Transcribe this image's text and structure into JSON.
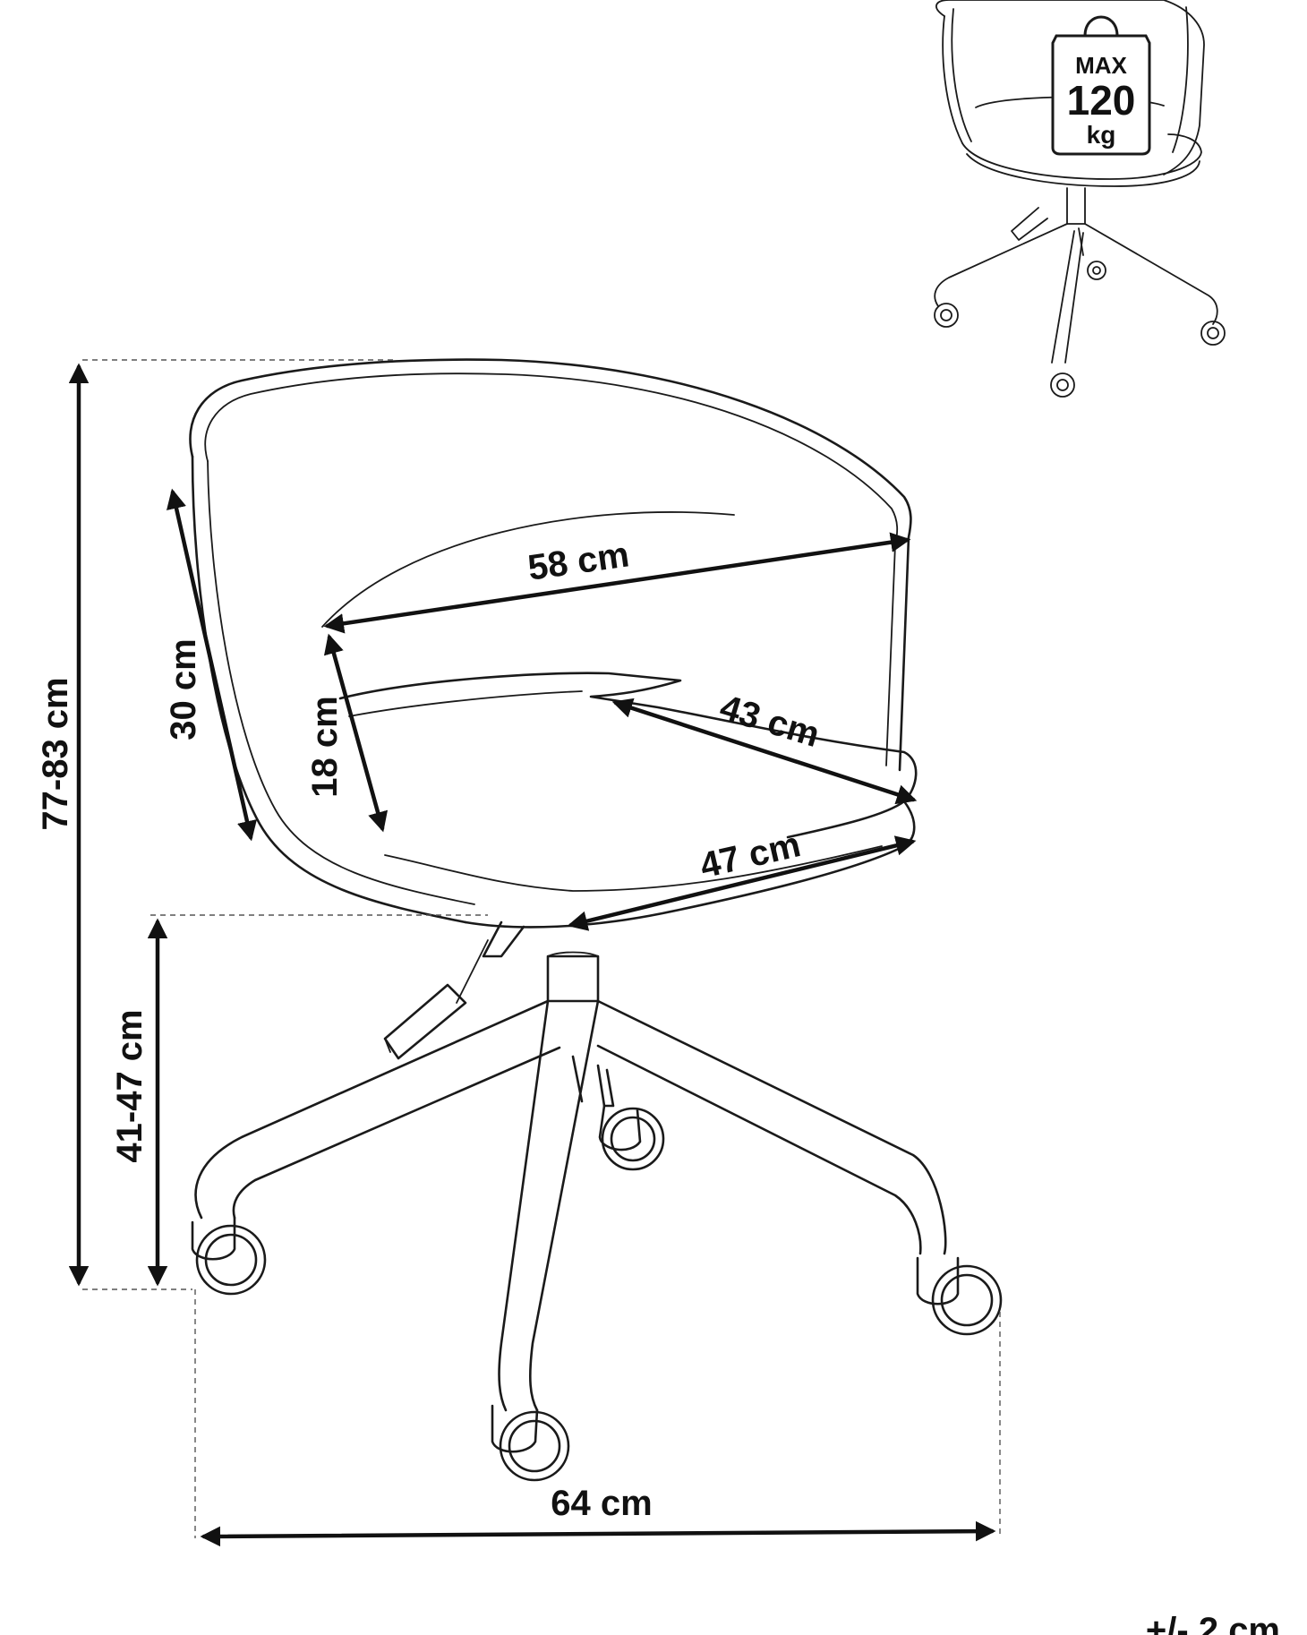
{
  "capacity": {
    "top": "MAX",
    "value": "120",
    "unit": "kg"
  },
  "dimensions": {
    "total_height": "77-83 cm",
    "seat_height": "41-47 cm",
    "back_height": "30 cm",
    "armrest_height": "18 cm",
    "inner_width": "58 cm",
    "seat_depth": "43 cm",
    "seat_width": "47 cm",
    "base_width": "64 cm"
  },
  "tolerance": "+/- 2 cm",
  "colors": {
    "line": "#1a1a1a",
    "background": "#ffffff"
  }
}
